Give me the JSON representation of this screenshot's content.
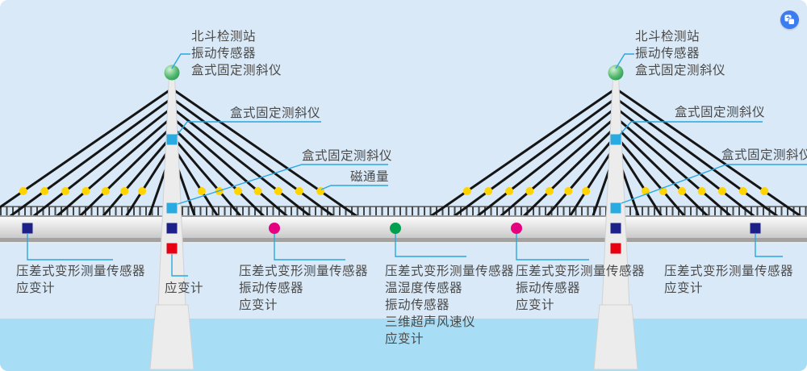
{
  "page": {
    "sky_color": "#d9e9f7",
    "water_color": "#a7ddf5",
    "deck_color": "#dddddd",
    "tower_color": "#ececec",
    "cable_color": "#151515",
    "leader_line_color": "#29a8e0",
    "text_color": "#4a4a4a"
  },
  "badge": {
    "name": "translate-extension-icon",
    "color": "#3b7cf0"
  },
  "tower_top_labels": [
    {
      "lines": [
        "北斗检测站",
        "振动传感器",
        "盒式固定测斜仪"
      ]
    },
    {
      "lines": [
        "北斗检测站",
        "振动传感器",
        "盒式固定测斜仪"
      ]
    }
  ],
  "callout_labels": {
    "inclinometer_1": "盒式固定测斜仪",
    "inclinometer_2": "盒式固定测斜仪",
    "flux": "磁通量",
    "inclinometer_3": "盒式固定测斜仪",
    "inclinometer_4": "盒式固定测斜仪"
  },
  "deck_labels": [
    {
      "lines": [
        "压差式变形测量传感器",
        "应变计"
      ]
    },
    {
      "lines": [
        "应变计"
      ]
    },
    {
      "lines": [
        "压差式变形测量传感器",
        "振动传感器",
        "应变计"
      ]
    },
    {
      "lines": [
        "压差式变形测量传感器",
        "温湿度传感器",
        "振动传感器",
        "三维超声风速仪",
        "应变计"
      ]
    },
    {
      "lines": [
        "压差式变形测量传感器",
        "振动传感器",
        "应变计"
      ]
    },
    {
      "lines": [
        "压差式变形测量传感器",
        "应变计"
      ]
    }
  ],
  "marker_types": [
    {
      "name": "beidou-station-sphere",
      "shape": "sphere",
      "color": "#2fa860"
    },
    {
      "name": "box-inclinometer-marker",
      "shape": "square",
      "color": "#29abe2"
    },
    {
      "name": "pressure-deform-sensor-marker",
      "shape": "square",
      "color": "#1d2088"
    },
    {
      "name": "strain-gauge-marker",
      "shape": "square",
      "color": "#e60012"
    },
    {
      "name": "sidespan-sensor-group-marker",
      "shape": "circle",
      "color": "#e4007f"
    },
    {
      "name": "midspan-sensor-group-marker",
      "shape": "circle",
      "color": "#00a04e"
    },
    {
      "name": "magnetic-flux-marker",
      "shape": "dot",
      "color": "#ffd400"
    }
  ]
}
